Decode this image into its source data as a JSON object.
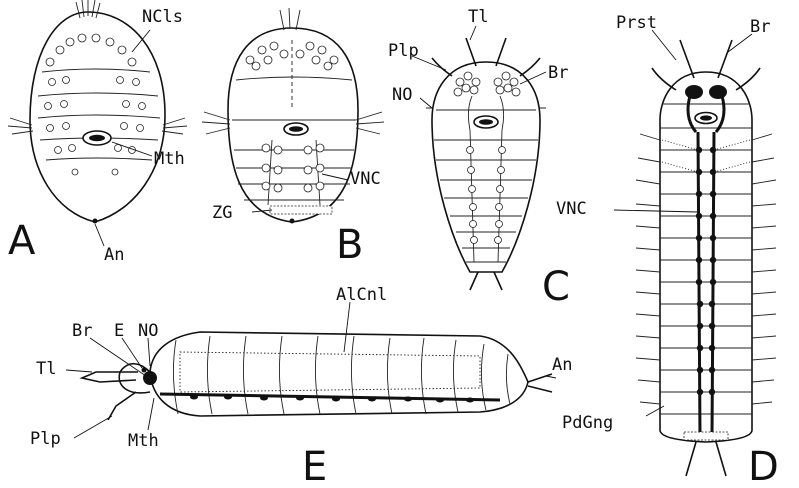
{
  "panels": [
    {
      "letter": "A",
      "labels": [
        "NCls",
        "Mth",
        "An"
      ]
    },
    {
      "letter": "B",
      "labels": [
        "VNC",
        "ZG"
      ]
    },
    {
      "letter": "C",
      "labels": [
        "Tl",
        "Plp",
        "NO",
        "Br"
      ]
    },
    {
      "letter": "D",
      "labels": [
        "Prst",
        "Br",
        "VNC",
        "PdGng"
      ]
    },
    {
      "letter": "E",
      "labels": [
        "AlCnl",
        "Br",
        "E",
        "NO",
        "Tl",
        "Plp",
        "Mth",
        "An"
      ]
    }
  ],
  "colors": {
    "ink": "#111111",
    "paper": "#ffffff"
  }
}
